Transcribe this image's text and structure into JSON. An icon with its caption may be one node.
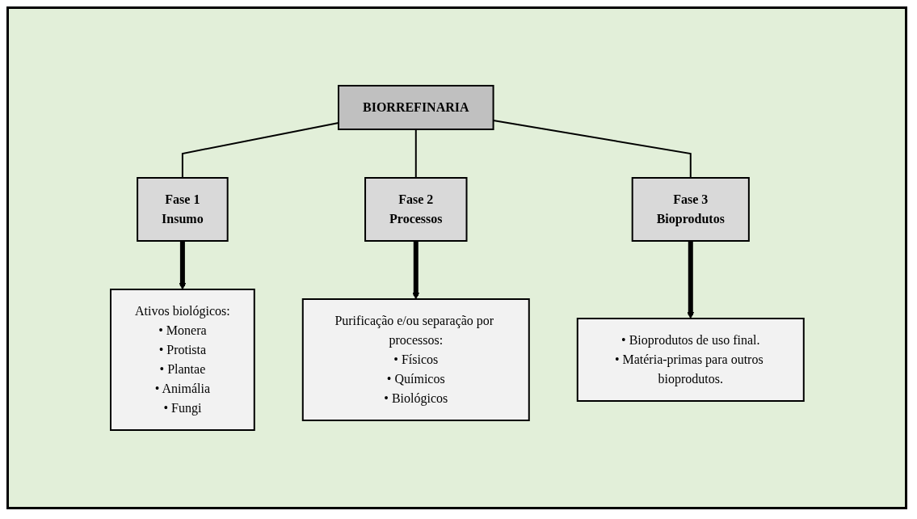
{
  "diagram": {
    "nodes": [
      {
        "text": [
          "BIORREFINARIA"
        ]
      },
      {
        "text": [
          "Fase 1",
          "Insumo"
        ]
      },
      {
        "text": [
          "Fase 2",
          "Processos"
        ]
      },
      {
        "text": [
          "Fase 3",
          "Bioprodutos"
        ]
      },
      {
        "text": [
          "Ativos biológicos:",
          "• Monera",
          "• Protista",
          "• Plantae",
          "• Animália",
          "• Fungi"
        ]
      },
      {
        "text": [
          "Purificação e/ou separação por processos:",
          "• Físicos",
          "• Químicos",
          "• Biológicos"
        ]
      },
      {
        "text": [
          "• Bioprodutos de uso final.",
          "• Matéria-primas para outros bioprodutos."
        ]
      }
    ],
    "edges": [
      {
        "from": 0,
        "to": 1,
        "arrow": "none"
      },
      {
        "from": 0,
        "to": 2,
        "arrow": "none"
      },
      {
        "from": 0,
        "to": 3,
        "arrow": "none"
      },
      {
        "from": 1,
        "to": 4,
        "arrow": "to",
        "style": "thick"
      },
      {
        "from": 2,
        "to": 5,
        "arrow": "to",
        "style": "thick"
      },
      {
        "from": 3,
        "to": 6,
        "arrow": "to",
        "style": "thick"
      }
    ]
  }
}
